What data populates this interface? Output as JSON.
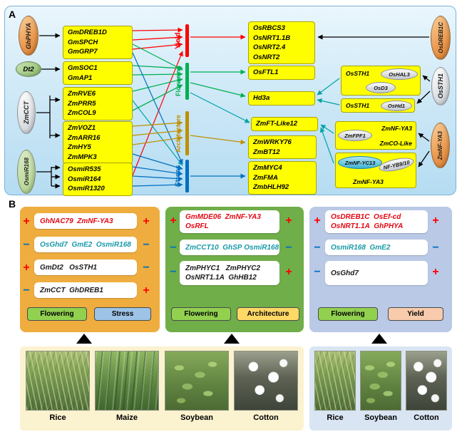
{
  "labels": {
    "panelA": "A",
    "panelB": "B"
  },
  "colors": {
    "yield": "#ff0000",
    "flowering": "#00b050",
    "architecture": "#bf9000",
    "stress": "#0070c0",
    "positive_symbol": "#fe0000",
    "negative_symbol": "#0070c0",
    "gene_box": "#fffe00",
    "teal_gene_text": "#1799a8",
    "red_gene_text": "#e30613",
    "panel_left_bg": "#eead3e",
    "panel_middle_bg": "#6fae49",
    "panel_right_bg": "#b9c9e6"
  },
  "panelA": {
    "sourceOvals": [
      "GhPHYA",
      "Dt2",
      "ZmCCT",
      "OsmiR168"
    ],
    "groups": [
      [
        "GmDREB1D",
        "GmSPCH",
        "GmGRP7"
      ],
      [
        "GmSOC1",
        "GmAP1"
      ],
      [
        "ZmRVE6",
        "ZmPRR5",
        "ZmCOL9"
      ],
      [
        "ZmVOZ1",
        "ZmARR16",
        "ZmHY5",
        "ZmMPK3"
      ],
      [
        "OsmiR535",
        "OsmiR164",
        "OsmiR1320"
      ]
    ],
    "categories": [
      "Yield",
      "Flowering",
      "Architecture",
      "Stress"
    ],
    "targets": [
      [
        "OsRBCS3",
        "OsNRT1.1B",
        "OsNRT2.4",
        "OsNRT2"
      ],
      [
        "OsFTL1"
      ],
      [
        "Hd3a"
      ],
      [
        "ZmFT-Like12"
      ],
      [
        "ZmWRKY76",
        "ZmBT12"
      ],
      [
        "ZmMYC4",
        "ZmFMA",
        "ZmbHLH92"
      ]
    ],
    "complex1": {
      "a": "OsSTH1",
      "b": "OsHAL3",
      "c": "OsD3"
    },
    "complex2": {
      "a": "OsSTH1",
      "b": "OsHd1"
    },
    "complex3": {
      "a": "ZmNF-YA3",
      "b": "ZmFPF1",
      "c": "ZmCO-Like"
    },
    "complex4": {
      "a": "ZmNF-YC13",
      "b": "NF-YB9/10",
      "c": "ZmNF-YA3"
    },
    "regulatorOvals": [
      "OsDREB1C",
      "OsSTH1",
      "ZmNF-YA3"
    ]
  },
  "panelB": {
    "panels": [
      {
        "rows": [
          {
            "line1": "GhNAC79  ZmNF-YA3",
            "left": "+",
            "right": "+"
          },
          {
            "line1": "OsGhd7  GmE2  OsmiR168",
            "left": "−",
            "right": "−"
          },
          {
            "line1": "GmDt2   OsSTH1",
            "left": "+",
            "right": "−"
          },
          {
            "line1": "ZmCCT  GhDREB1",
            "left": "−",
            "right": "+"
          }
        ],
        "traits": [
          "Flowering",
          "Stress"
        ]
      },
      {
        "rows": [
          {
            "line1": "GmMDE06  ZmNF-YA3",
            "line2": "OsRFL",
            "left": "+",
            "right": "+"
          },
          {
            "line1": "ZmCCT10  GhSP OsmiR168",
            "left": "−",
            "right": "−"
          },
          {
            "line1": "ZmPHYC1   ZmPHYC2",
            "line2": "OsNRT1.1A  GhHB12",
            "left": "−",
            "right": "+"
          }
        ],
        "traits": [
          "Flowering",
          "Architecture"
        ]
      },
      {
        "rows": [
          {
            "line1": "OsDREB1C  OsEf-cd",
            "line2": "OsNRT1.1A  GhPHYA",
            "left": "+",
            "right": "+"
          },
          {
            "line1": "OsmiR168  GmE2",
            "left": "−",
            "right": "−"
          },
          {
            "line1": "OsGhd7",
            "left": "−",
            "right": "+"
          }
        ],
        "traits": [
          "Flowering",
          "Yield"
        ]
      }
    ],
    "cropsLeft": [
      "Rice",
      "Maize",
      "Soybean",
      "Cotton"
    ],
    "cropsRight": [
      "Rice",
      "Soybean",
      "Cotton"
    ]
  }
}
